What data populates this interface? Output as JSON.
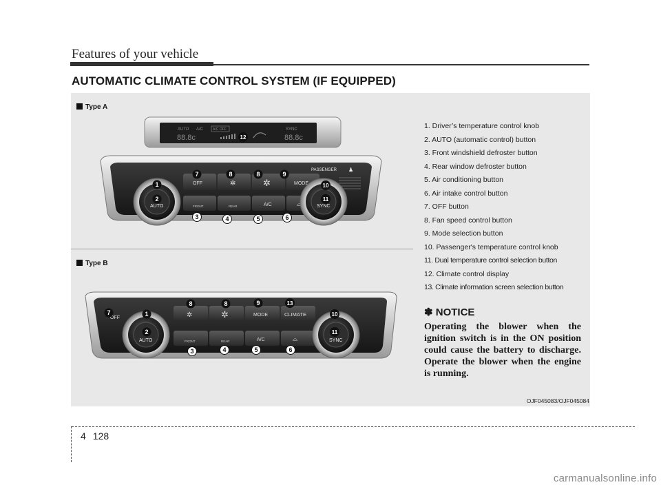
{
  "header": {
    "title": "Features of your vehicle"
  },
  "section": {
    "heading": "AUTOMATIC CLIMATE CONTROL SYSTEM (IF EQUIPPED)"
  },
  "type_a": {
    "label": "Type A",
    "display": {
      "auto": "AUTO",
      "ac": "A/C",
      "ac_off": "A/C OFF",
      "sync": "SYNC",
      "left_temp": "88.8c",
      "right_temp": "88.8c"
    },
    "buttons": {
      "off": "OFF",
      "mode": "MODE",
      "passenger": "PASSENGER",
      "auto": "AUTO",
      "sync": "SYNC",
      "front": "FRONT",
      "rear": "REAR",
      "ac": "A/C"
    },
    "callouts": [
      "1",
      "2",
      "3",
      "4",
      "5",
      "6",
      "7",
      "8",
      "8",
      "9",
      "10",
      "11",
      "12"
    ]
  },
  "type_b": {
    "label": "Type B",
    "buttons": {
      "off": "OFF",
      "mode": "MODE",
      "climate": "CLIMATE",
      "auto": "AUTO",
      "sync": "SYNC",
      "front": "FRONT",
      "rear": "REAR",
      "ac": "A/C"
    },
    "callouts": [
      "1",
      "2",
      "3",
      "4",
      "5",
      "6",
      "7",
      "8",
      "8",
      "9",
      "10",
      "11",
      "13"
    ]
  },
  "parts": [
    "1. Driver’s temperature control knob",
    "2. AUTO (automatic control) button",
    "3. Front windshield defroster button",
    "4. Rear window defroster button",
    "5. Air conditioning button",
    "6. Air intake control button",
    "7. OFF button",
    "8. Fan speed control button",
    "9. Mode selection button",
    "10. Passenger's temperature control knob",
    "11. Dual temperature control selection button",
    "12. Climate control display",
    "13. Climate information screen selection button"
  ],
  "notice": {
    "symbol": "✽",
    "title": "NOTICE",
    "body": "Operating the blower when the ignition switch is in the ON position could cause the battery to discharge. Operate the blower when the engine is running."
  },
  "figure_code": "OJF045083/OJF045084",
  "footer": {
    "chapter": "4",
    "page": "128"
  },
  "watermark": "carmanualsonline.info",
  "colors": {
    "panel_bg": "#e8e8e8",
    "callout": "#111111",
    "header_rule": "#333333"
  }
}
